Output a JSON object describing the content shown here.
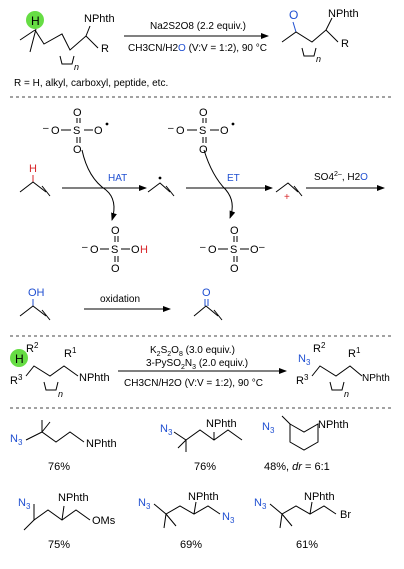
{
  "section1": {
    "nphth": "NPhth",
    "h": "H",
    "r": "R",
    "n": "n",
    "o": "O",
    "reagent_top": "Na2S2O8 (2.2 equiv.)",
    "reagent_bottom_pre": "CH3CN/H2",
    "reagent_bottom_o": "O",
    "reagent_bottom_post": " (V:V = 1:2), 90 °C",
    "scope_note": "R = H, alkyl, carboxyl, peptide, etc."
  },
  "section2": {
    "sulfate_s": "S",
    "sulfate_o": "O",
    "minus": "–",
    "h": "H",
    "hat": "HAT",
    "et": "ET",
    "third_reagent_pre": "SO4",
    "third_reagent_charge": "2–",
    "third_reagent_mid": ", H2",
    "third_reagent_o": "O",
    "oh": "OH",
    "oxidation": "oxidation",
    "ketone_o": "O",
    "plus": "+"
  },
  "section3": {
    "h": "H",
    "r1": "R1",
    "r2": "R2",
    "r3": "R3",
    "nphth": "NPhth",
    "n": "n",
    "n3": "N3",
    "reagent_line1": "K2S2O8 (3.0 equiv.)",
    "reagent_line2": "3-PySO2N3 (2.0 equiv.)",
    "reagent_line3": "CH3CN/H2O (V:V = 1:2), 90 °C"
  },
  "section4": {
    "products": [
      {
        "label": "N3",
        "group": "NPhth",
        "yield": "76%"
      },
      {
        "label": "N3",
        "group": "NPhth",
        "yield": "76%"
      },
      {
        "label": "N3",
        "group": "NPhth",
        "yield": "48%, dr = 6:1"
      },
      {
        "label": "N3",
        "group": "NPhth",
        "extra": "OMs",
        "yield": "75%"
      },
      {
        "label": "N3",
        "group": "NPhth",
        "extra": "N3",
        "yield": "69%"
      },
      {
        "label": "N3",
        "group": "NPhth",
        "extra": "Br",
        "yield": "61%"
      }
    ]
  },
  "colors": {
    "accent_blue": "#1f4fd1",
    "accent_red": "#d8262a",
    "highlight_green": "#66dd44"
  }
}
